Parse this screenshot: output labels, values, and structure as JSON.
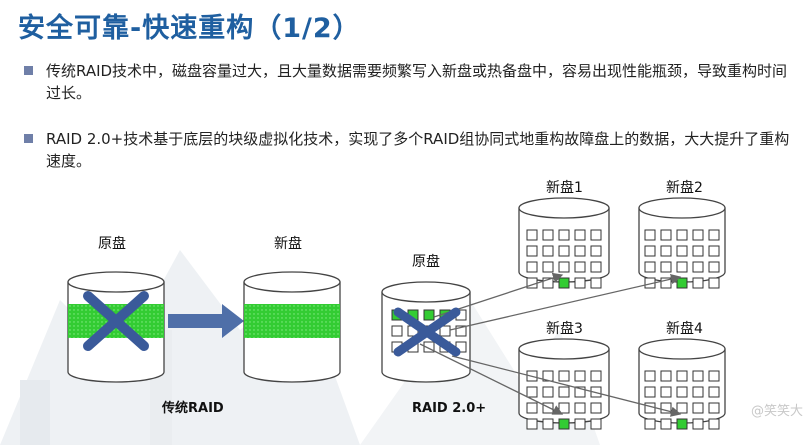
{
  "slide": {
    "title": "安全可靠-快速重构（1/2）",
    "bullets": [
      "传统RAID技术中，磁盘容量过大，且大量数据需要频繁写入新盘或热备盘中，容易出现性能瓶颈，导致重构时间过长。",
      "RAID 2.0+技术基于底层的块级虚拟化技术，实现了多个RAID组协同式地重构故障盘上的数据，大大提升了重构速度。"
    ]
  },
  "diagram": {
    "traditional": {
      "source_label": "原盘",
      "target_label": "新盘",
      "caption": "传统RAID"
    },
    "raid2": {
      "source_label": "原盘",
      "caption": "RAID 2.0+",
      "new_disks": [
        "新盘1",
        "新盘2",
        "新盘3",
        "新盘4"
      ]
    }
  },
  "watermark": "@笑笑大",
  "colors": {
    "title": "#1f5fa0",
    "green_block": "#33cc33",
    "arrow_fill": "#4f6fa8",
    "cross": "#3a5a9a"
  }
}
